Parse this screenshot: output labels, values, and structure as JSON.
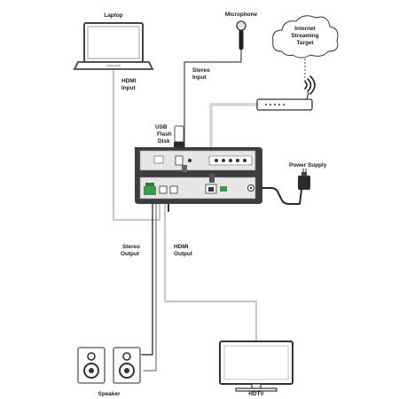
{
  "diagram": {
    "laptop": "Laptop",
    "microphone": "Microphone",
    "internet": [
      "Internet",
      "Streaming",
      "Target"
    ],
    "hdmi_input": [
      "HDMI",
      "Input"
    ],
    "stereo_input": [
      "Stereo",
      "Input"
    ],
    "usb": [
      "USB",
      "Flash",
      "Disk"
    ],
    "power_supply": "Power Supply",
    "stereo_output": [
      "Stereo",
      "Output"
    ],
    "hdmi_output": [
      "HDMI",
      "Output"
    ],
    "speaker": "Speaker",
    "hdtv": "HDTV"
  },
  "colors": {
    "cable": "#c8c8c8",
    "cable_dark": "#555555",
    "device_dark": "#3d3d3d",
    "device_body": "#e6e6e6",
    "terminal_green": "#3a9a4a"
  }
}
